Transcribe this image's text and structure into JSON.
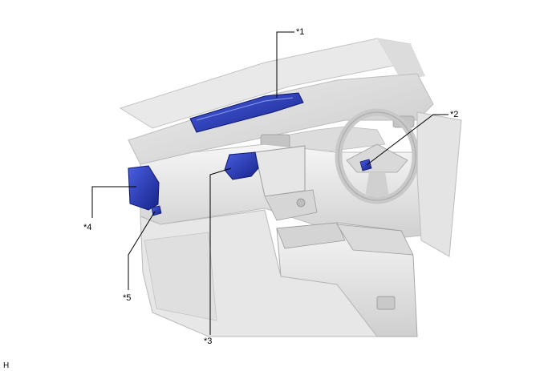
{
  "diagram": {
    "callouts": [
      {
        "id": "1",
        "label": "*1"
      },
      {
        "id": "2",
        "label": "*2"
      },
      {
        "id": "3",
        "label": "*3"
      },
      {
        "id": "4",
        "label": "*4"
      },
      {
        "id": "5",
        "label": "*5"
      }
    ],
    "figure_code": "H",
    "colors": {
      "highlight": "#2a3fbf",
      "highlight_dark": "#14227a",
      "body_light": "#f0f0f0",
      "body_mid": "#d8d8d8",
      "body_dark": "#b4b4b4",
      "line": "#000000"
    }
  }
}
